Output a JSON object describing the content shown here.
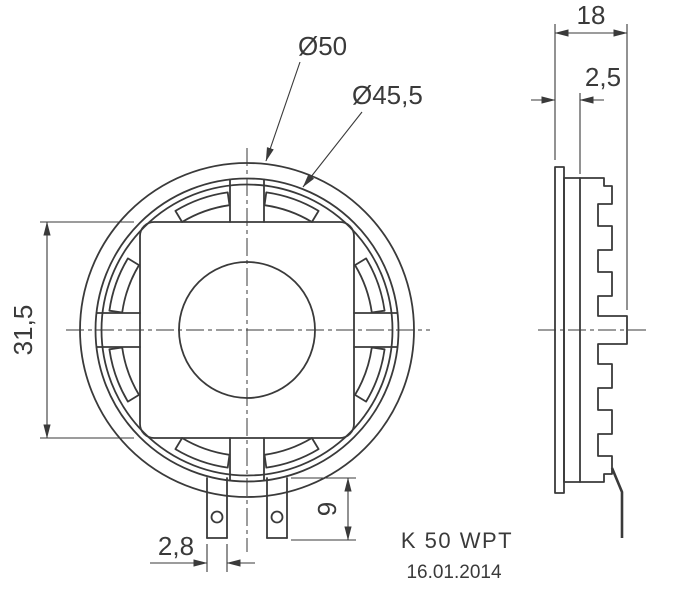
{
  "drawing": {
    "title": "K 50 WPT",
    "date": "16.01.2014",
    "line_color": "#3a3a3a",
    "background_color": "#ffffff",
    "dimensions": {
      "outer_diameter": "Ø50",
      "inner_diameter": "Ø45,5",
      "frame_height": "31,5",
      "pin_width": "2,8",
      "pin_length": "9",
      "total_depth": "18",
      "flange_thickness": "2,5"
    },
    "views": {
      "front": "front-view",
      "side": "side-view"
    }
  }
}
